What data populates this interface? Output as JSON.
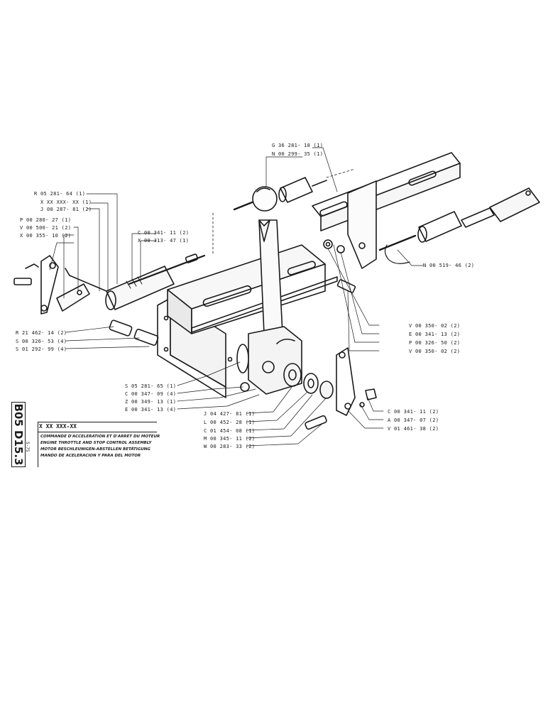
{
  "sheet": {
    "code": "B05 D15.3",
    "date": "5-75",
    "part_number": "X XX XXX-XX",
    "titles": [
      "COMMANDE D'ACCELERATION ET D'ARRET DU MOTEUR",
      "ENGINE THROTTLE AND STOP CONTROL ASSEMBLY",
      "MOTOR BESCHLEUNIGEN-ABSTELLEN BETÄTIGUNG",
      "MANDO DE ACELERACION Y PARA DEL MOTOR"
    ]
  },
  "callouts": {
    "top": [
      "G 36 281- 18 (1)",
      "N 00 299- 35 (1)"
    ],
    "upper_left": [
      "R 05 281- 64 (1)",
      "X XX XXX- XX (1)",
      "J 00 287- 81 (2)",
      "P 00 280- 27 (1)",
      "V 00 500- 21 (2)",
      "X 00 355- 10 (2)"
    ],
    "mid_upper": [
      "C 00 341- 11 (2)",
      "X 00 313- 47 (1)"
    ],
    "right_cable": "N 00 519- 46  (2)",
    "right_group": [
      "V 00 350- 02 (2)",
      "E 00 341- 13 (2)",
      "P 00 326- 50 (2)",
      "V 00 350- 02 (2)"
    ],
    "left_lower": [
      "R 21 462- 14 (2)",
      "S 00 326- 53 (4)",
      "S 01 292- 99 (4)"
    ],
    "lower_left": [
      "S 05 281- 65 (1)",
      "C 00 347- 09 (4)",
      "Z 00 349- 13 (1)",
      "E 00 341- 13 (4)"
    ],
    "lower_mid": [
      "J 04 427- 81 (1)",
      "L 00 452- 28 (1)",
      "C 01 454- 08 (1)",
      "M 00 345- 11 (2)",
      "W 00 283- 33 (2)"
    ],
    "lower_right": [
      "C 00 341- 11 (2)",
      "A 00 347- 07 (2)",
      "V 01 461- 38 (2)"
    ]
  }
}
